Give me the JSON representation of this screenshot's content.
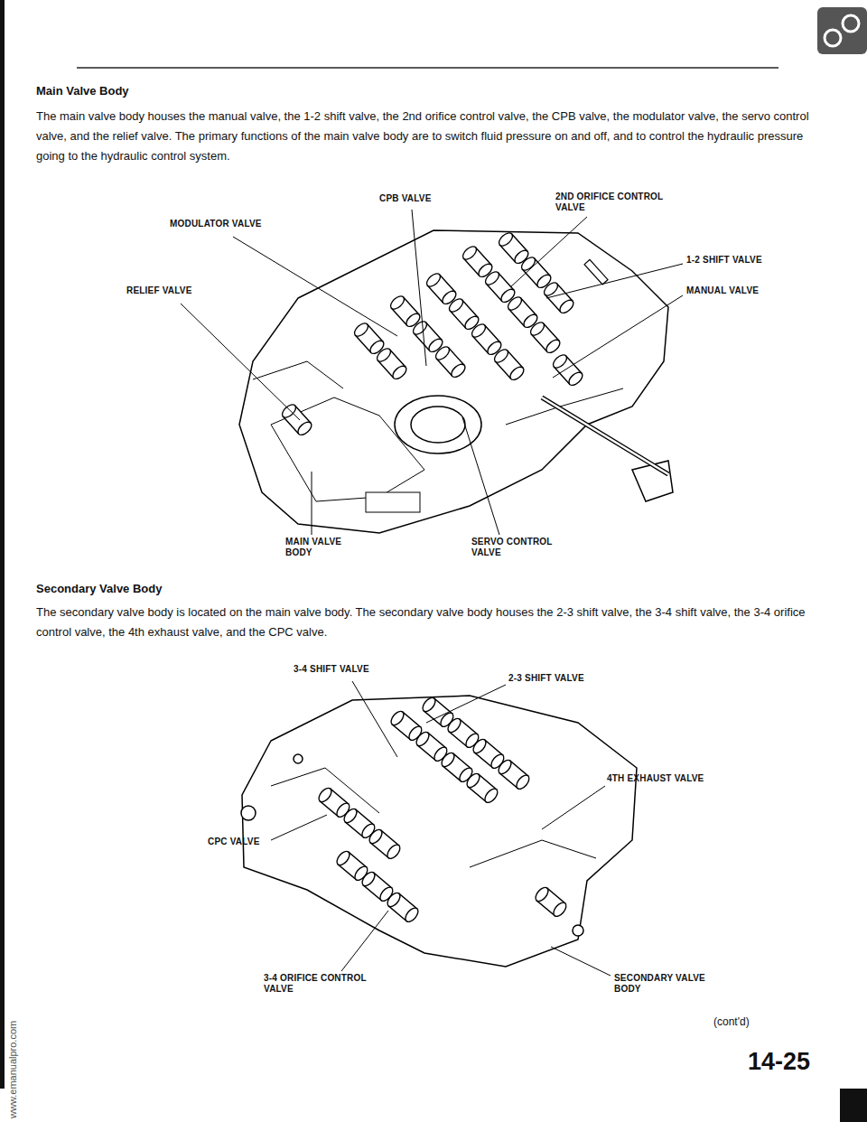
{
  "diagram": {
    "labels": [
      "Main Valve Body",
      "The main valve body houses the manual valve, the 1-2 shift valve, the 2nd orifice control valve, the CPB valve, the modulator valve, the servo control valve, and the relief valve. The primary functions of the main valve body are to switch fluid pressure on and off, and to control the hydraulic pressure going to the hydraulic control system.",
      "CPB VALVE",
      "2ND ORIFICE CONTROL VALVE",
      "MODULATOR VALVE",
      "1-2 SHIFT VALVE",
      "RELIEF VALVE",
      "MANUAL VALVE",
      "MAIN VALVE BODY",
      "SERVO CONTROL VALVE",
      "Secondary Valve Body",
      "The secondary valve body is located on the main valve body. The secondary valve body houses the 2-3 shift valve, the 3-4 shift valve, the 3-4 orifice control valve, the 4th exhaust valve, and the CPC valve.",
      "3-4 SHIFT VALVE",
      "2-3 SHIFT VALVE",
      "4TH EXHAUST VALVE",
      "CPC VALVE",
      "3-4 ORIFICE CONTROL VALVE",
      "SECONDARY VALVE BODY",
      "(cont'd)",
      "14-25",
      "www.emanualpro.com"
    ]
  }
}
